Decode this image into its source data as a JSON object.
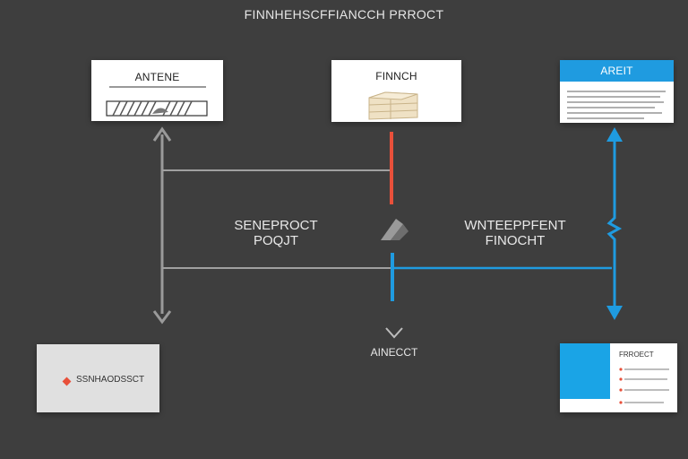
{
  "title": "FINNHEHSCFFIANCCH PRROCT",
  "cards": {
    "top_left": {
      "label": "ANTENE"
    },
    "top_center": {
      "label": "FINNCH"
    },
    "top_right": {
      "label": "AREIT"
    },
    "bottom_left": {
      "label": "SSNHAODSSCT"
    },
    "bottom_right": {
      "label": "FRROECT"
    }
  },
  "labels": {
    "left_line1": "SENEPROCT",
    "left_line2": "POQJT",
    "right_line1": "WNTEEPPFENT",
    "right_line2": "FINOCHT",
    "bottom_center": "AINECCT"
  },
  "colors": {
    "background": "#3e3e3e",
    "red_accent": "#e8503a",
    "blue_accent": "#1f9be0",
    "gray_line": "#9a9a9a"
  }
}
